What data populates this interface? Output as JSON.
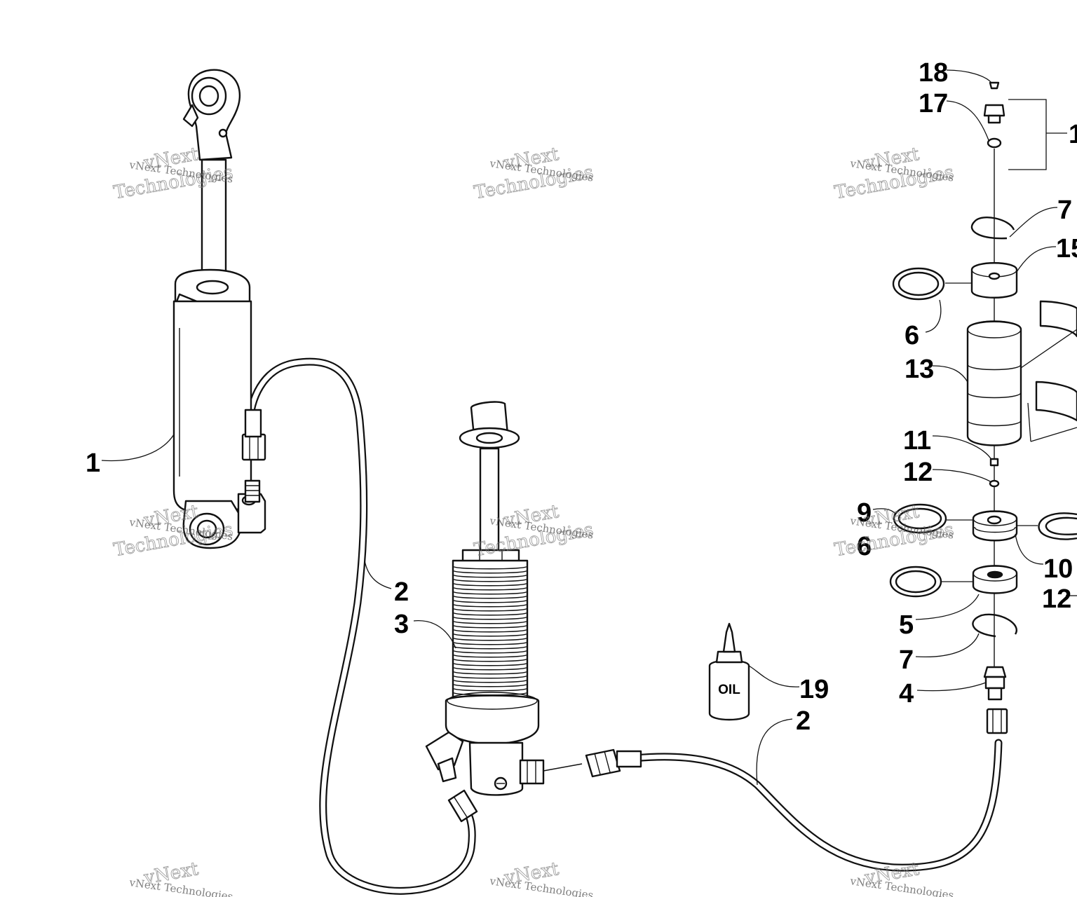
{
  "callouts": [
    {
      "id": "c1",
      "text": "1"
    },
    {
      "id": "c2a",
      "text": "2"
    },
    {
      "id": "c3",
      "text": "3"
    },
    {
      "id": "c2b",
      "text": "2"
    },
    {
      "id": "c19",
      "text": "19"
    },
    {
      "id": "c18",
      "text": "18"
    },
    {
      "id": "c17",
      "text": "17"
    },
    {
      "id": "c1r",
      "text": "1"
    },
    {
      "id": "c7a",
      "text": "7"
    },
    {
      "id": "c15",
      "text": "15"
    },
    {
      "id": "c6a",
      "text": "6"
    },
    {
      "id": "c13",
      "text": "13"
    },
    {
      "id": "c11",
      "text": "11"
    },
    {
      "id": "c12a",
      "text": "12"
    },
    {
      "id": "c9",
      "text": "9"
    },
    {
      "id": "c6b",
      "text": "6"
    },
    {
      "id": "c10",
      "text": "10"
    },
    {
      "id": "c12b",
      "text": "12"
    },
    {
      "id": "c5",
      "text": "5"
    },
    {
      "id": "c7b",
      "text": "7"
    },
    {
      "id": "c4",
      "text": "4"
    }
  ],
  "oil_bottle": {
    "label": "OIL"
  },
  "watermark": {
    "line1": "vNext",
    "line2": "Technologies",
    "small": "vNext Technologies"
  }
}
